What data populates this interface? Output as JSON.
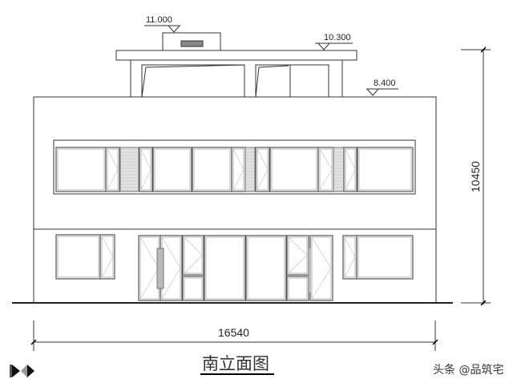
{
  "drawing": {
    "title": "南立面图",
    "elevations": {
      "top": "11.000",
      "roof": "10.300",
      "parapet": "8.400"
    },
    "dimensions": {
      "width": "16540",
      "height": "10450"
    },
    "watermark": "头条 @品筑宅",
    "line_color": "#333333",
    "hatch_color": "#d8d8d8"
  }
}
